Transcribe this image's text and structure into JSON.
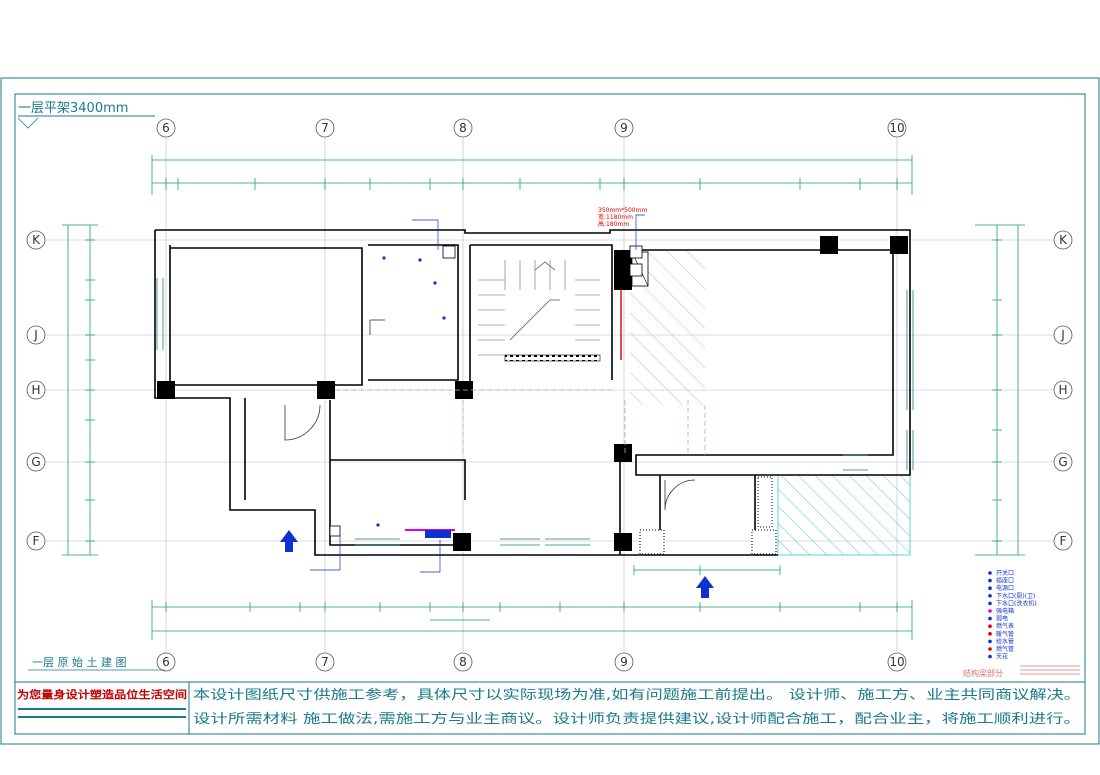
{
  "drawing": {
    "header_label": "一层平架3400mm",
    "footer_label": "一层 原 始 土 建 图",
    "beam_note": "结构梁部分"
  },
  "grid": {
    "columns": [
      "6",
      "7",
      "8",
      "9",
      "10"
    ],
    "rows": [
      "K",
      "J",
      "H",
      "G",
      "F"
    ]
  },
  "callouts": {
    "beam_size": "350mm*500mm",
    "window_callout": [
      "宽:1180mm",
      "高:180mm"
    ]
  },
  "legend": {
    "items": [
      "开关口",
      "插座口",
      "电源口",
      "下水口(厨)(卫)",
      "下水口(洗衣机)",
      "强电箱",
      "弱电",
      "燃气表",
      "暖气管",
      "给水管",
      "燃气管",
      "天花"
    ]
  },
  "notes": {
    "brand_line": "为您量身设计塑造品位生活空间",
    "line1": "本设计图纸尺寸供施工参考，具体尺寸以实际现场为准,如有问题施工前提出。 设计师、施工方、业主共同商议解决。",
    "line2": "设计所需材料 施工做法,需施工方与业主商议。设计师负责提供建议,设计师配合施工，配合业主，将施工顺利进行。"
  },
  "colors": {
    "frame": "#1a7a8a",
    "dimension": "#1aa36a",
    "wall": "#000000",
    "hatch": "#d29a9a",
    "cyan_hatch": "#35c8c8",
    "accent_red": "#e00000",
    "arrow_blue": "#1030d0",
    "grid_circle": "#555555"
  }
}
